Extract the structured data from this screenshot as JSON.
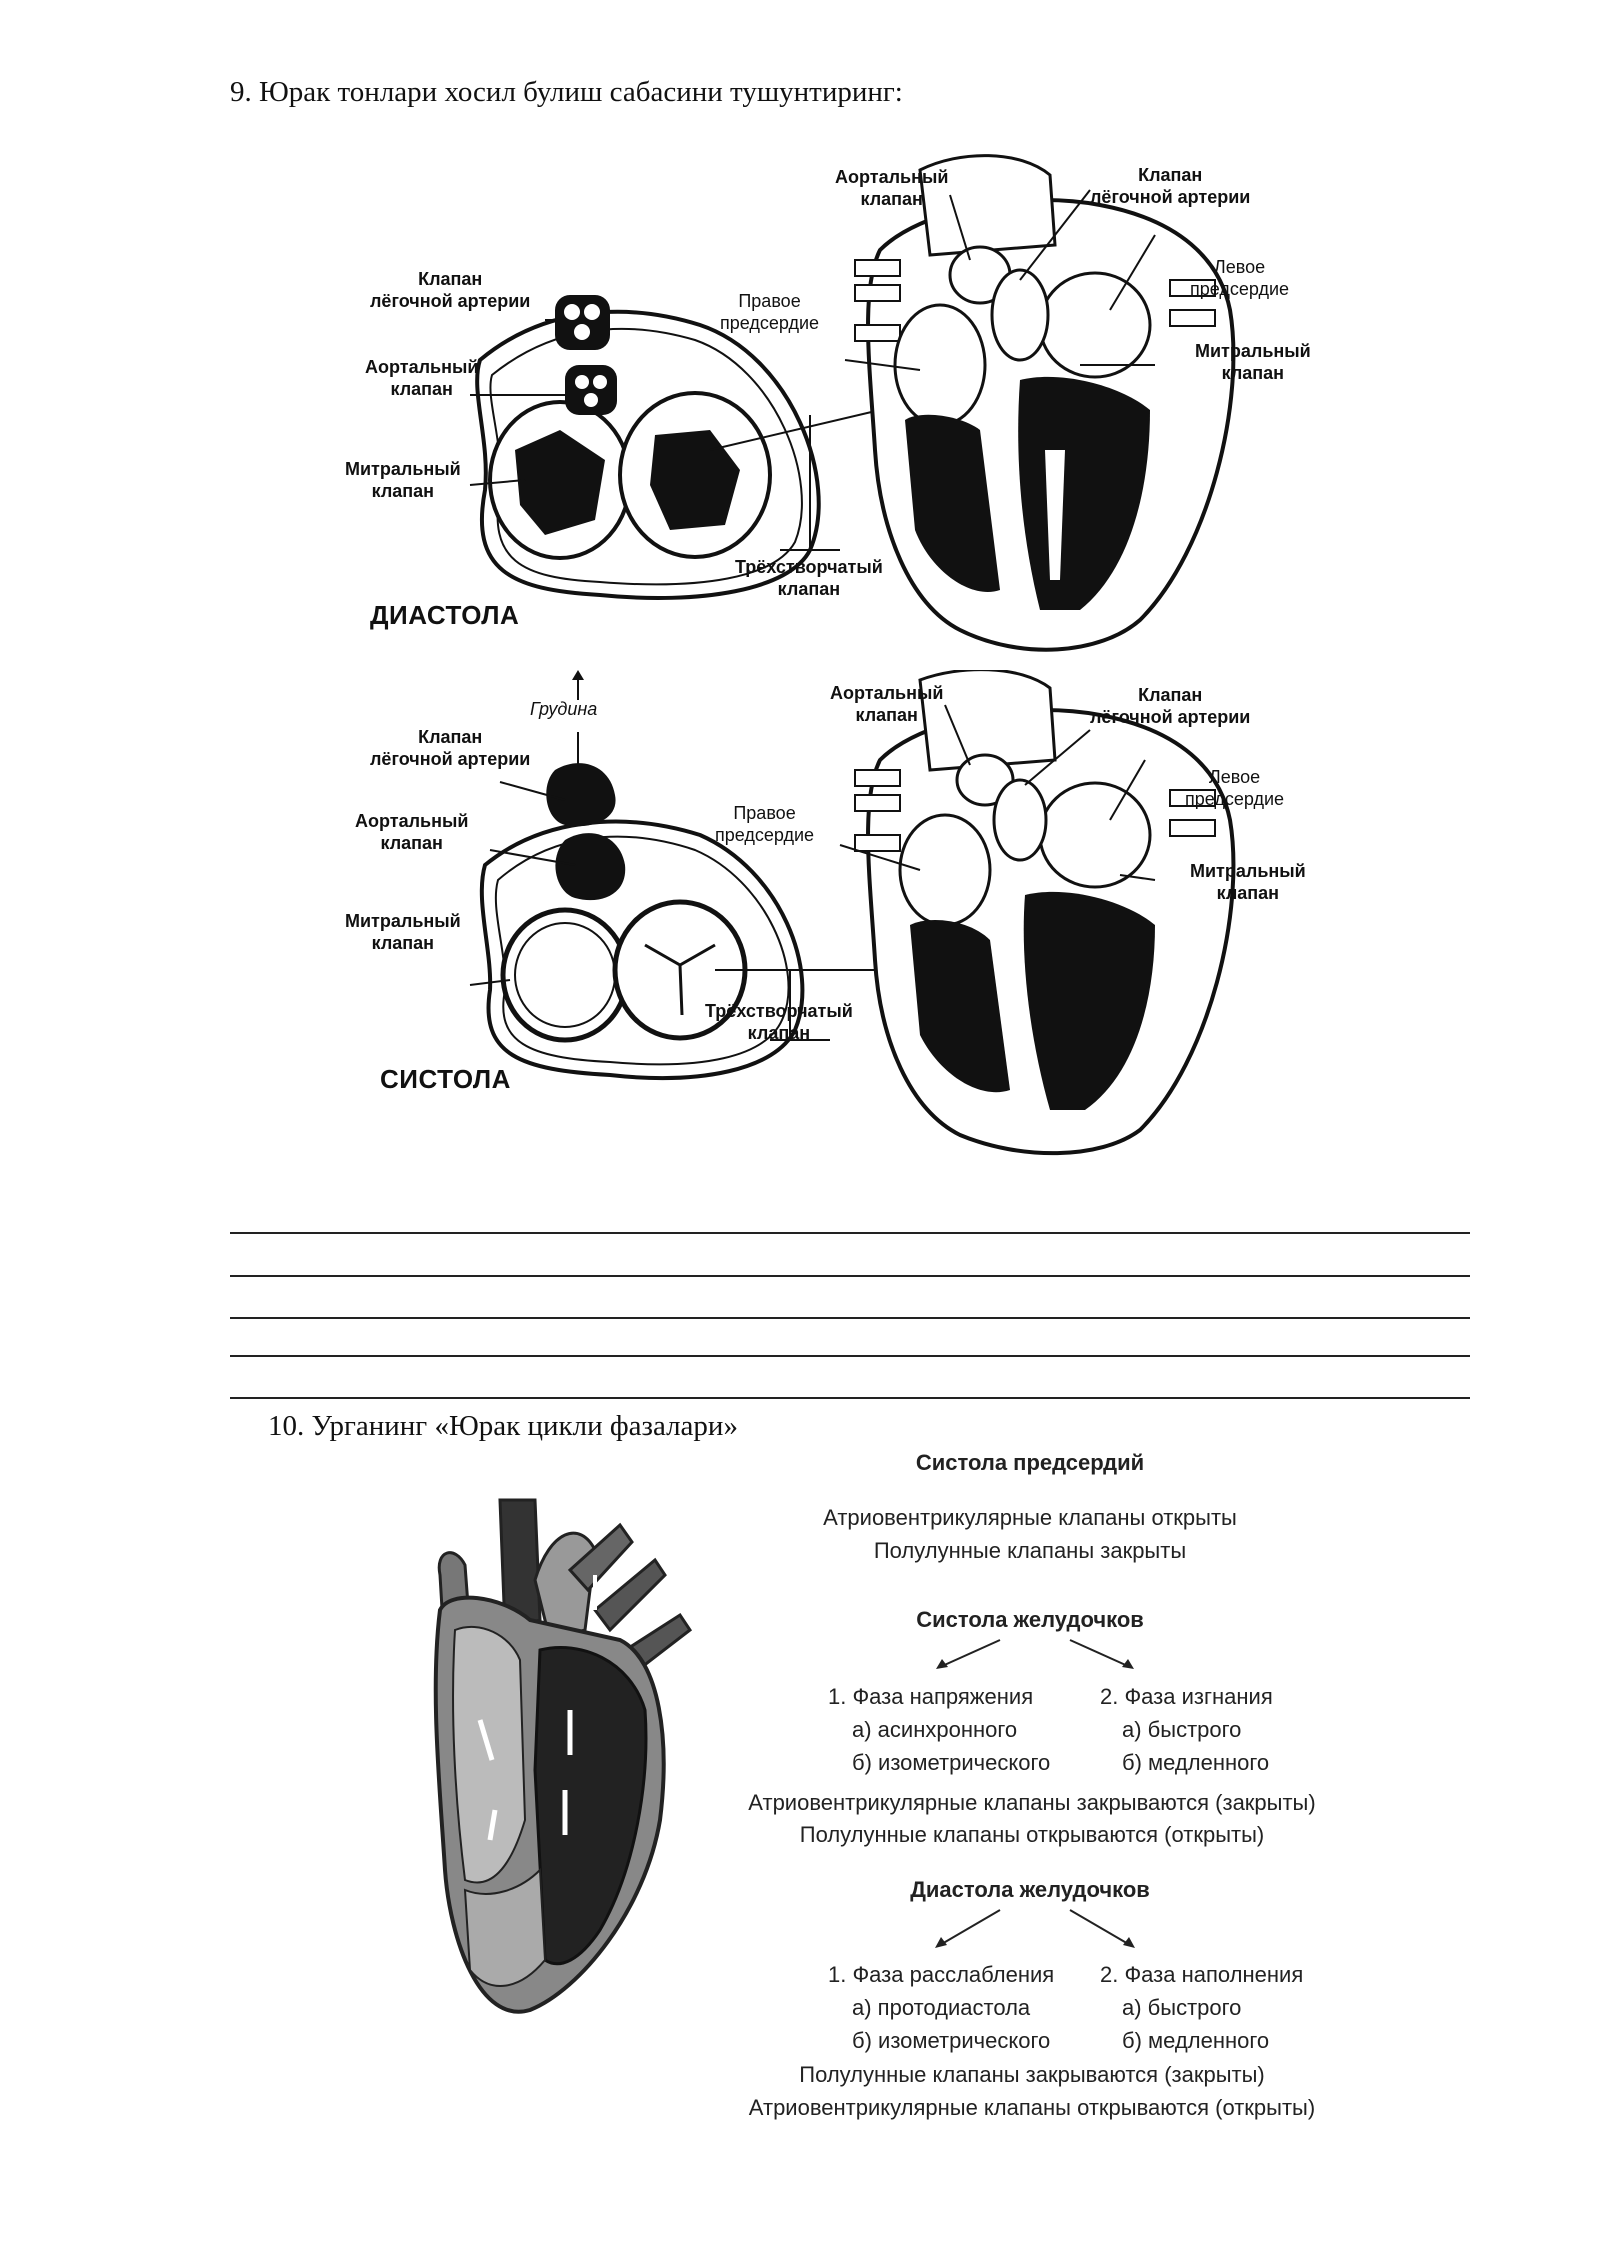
{
  "q9": {
    "title": "9. Юрак тонлари хосил булиш сабасини тушунтиринг:",
    "diastole": {
      "state_label": "ДИАСТОЛА",
      "labels": {
        "pulm_valve": [
          "Клапан",
          "лёгочной артерии"
        ],
        "aortic_valve": [
          "Аортальный",
          "клапан"
        ],
        "mitral_valve": [
          "Митральный",
          "клапан"
        ],
        "tricuspid_valve": [
          "Трёхстворчатый",
          "клапан"
        ],
        "right_atrium": [
          "Правое",
          "предсердие"
        ],
        "left_atrium": [
          "Левое",
          "предсердие"
        ],
        "aortic_valve_r": [
          "Аортальный",
          "клапан"
        ],
        "pulm_valve_r": [
          "Клапан",
          "лёгочной артерии"
        ],
        "mitral_valve_r": [
          "Митральный",
          "клапан"
        ]
      }
    },
    "systole": {
      "state_label": "СИСТОЛА",
      "labels": {
        "sternum": "Грудина",
        "pulm_valve": [
          "Клапан",
          "лёгочной артерии"
        ],
        "aortic_valve": [
          "Аортальный",
          "клапан"
        ],
        "mitral_valve": [
          "Митральный",
          "клапан"
        ],
        "tricuspid_valve": [
          "Трёхстворчатый",
          "клапан"
        ],
        "right_atrium": [
          "Правое",
          "предсердие"
        ],
        "left_atrium": [
          "Левое",
          "предсердие"
        ],
        "aortic_valve_r": [
          "Аортальный",
          "клапан"
        ],
        "pulm_valve_r": [
          "Клапан",
          "лёгочной артерии"
        ],
        "mitral_valve_r": [
          "Митральный",
          "клапан"
        ]
      }
    }
  },
  "q10": {
    "title": "10. Урганинг «Юрак цикли фазалари»",
    "cycle": {
      "atrial_systole": "Систола предсердий",
      "av_open": "Атриовентрикулярные клапаны открыты",
      "sl_closed": "Полулунные клапаны закрыты",
      "vent_systole": "Систола желудочков",
      "phase_tension": "1. Фаза напряжения",
      "tension_a": "а) асинхронного",
      "tension_b": "б) изометрического",
      "phase_ejection": "2. Фаза изгнания",
      "ejection_a": "а) быстрого",
      "ejection_b": "б) медленного",
      "av_closing": "Атриовентрикулярные клапаны закрываются (закрыты)",
      "sl_opening": "Полулунные клапаны открываются (открыты)",
      "vent_diastole": "Диастола желудочков",
      "phase_relax": "1. Фаза расслабления",
      "relax_a": "а) протодиастола",
      "relax_b": "б) изометрического",
      "phase_fill": "2. Фаза наполнения",
      "fill_a": "а) быстрого",
      "fill_b": "б) медленного",
      "sl_closing": "Полулунные клапаны закрываются (закрыты)",
      "av_opening": "Атриовентрикулярные клапаны открываются (открыты)"
    }
  }
}
